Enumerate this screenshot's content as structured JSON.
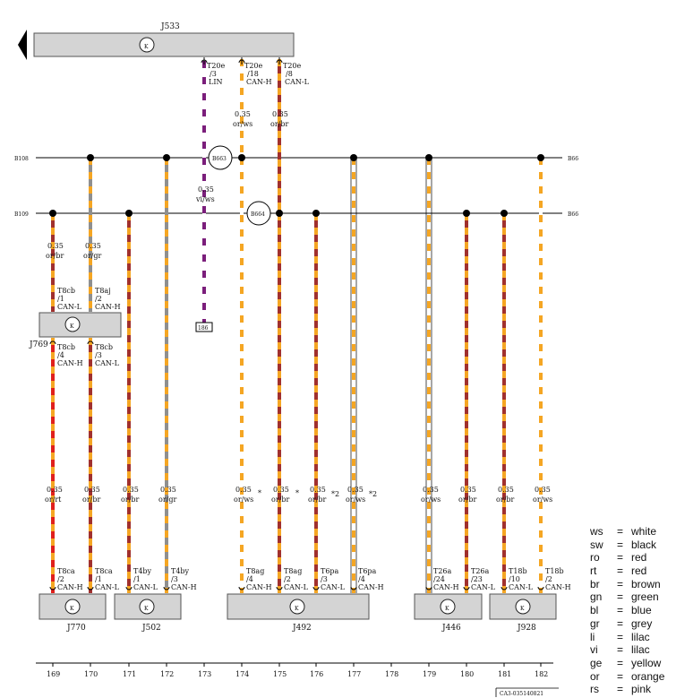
{
  "modules": {
    "J533": {
      "name": "J533"
    },
    "J769": {
      "name": "J769"
    },
    "J770": {
      "name": "J770"
    },
    "J502": {
      "name": "J502"
    },
    "J492": {
      "name": "J492"
    },
    "J446": {
      "name": "J446"
    },
    "J928": {
      "name": "J928"
    }
  },
  "buses": {
    "b108_left": "B108",
    "b109_left": "B109",
    "b66_top": "B66",
    "b66_bottom": "B66",
    "b663": "B663",
    "b664": "B664"
  },
  "gateway_pins": [
    {
      "conn": "T20e",
      "pin": "/3",
      "signal": "LIN"
    },
    {
      "conn": "T20e",
      "pin": "/18",
      "signal": "CAN-H"
    },
    {
      "conn": "T20e",
      "pin": "/8",
      "signal": "CAN-L"
    }
  ],
  "ref_box": "186",
  "wires": [
    {
      "size": "0.35",
      "color": "or/ws"
    },
    {
      "size": "0.35",
      "color": "or/br"
    },
    {
      "size": "0.35",
      "color": "vi/ws"
    },
    {
      "size": "0.35",
      "color": "or/br"
    },
    {
      "size": "0.35",
      "color": "or/gr"
    }
  ],
  "j769_pins": [
    {
      "conn": "T8cb",
      "pin": "/1",
      "signal": "CAN-L"
    },
    {
      "conn": "T8aj",
      "pin": "/2",
      "signal": "CAN-H"
    },
    {
      "conn": "T8cb",
      "pin": "/4",
      "signal": "CAN-H"
    },
    {
      "conn": "T8cb",
      "pin": "/3",
      "signal": "CAN-L"
    }
  ],
  "lower_wires": [
    {
      "size": "0.35",
      "color": "or/rt"
    },
    {
      "size": "0.35",
      "color": "or/br"
    },
    {
      "size": "0.35",
      "color": "or/br"
    },
    {
      "size": "0.35",
      "color": "or/gr"
    },
    {
      "size": "0.35",
      "color": "or/ws"
    },
    {
      "size": "0.35",
      "color": "or/br"
    },
    {
      "size": "0.35",
      "color": "or/br"
    },
    {
      "size": "0.35",
      "color": "or/ws"
    },
    {
      "size": "0.35",
      "color": "or/ws"
    },
    {
      "size": "0.35",
      "color": "or/br"
    },
    {
      "size": "0.35",
      "color": "or/br"
    },
    {
      "size": "0.35",
      "color": "or/ws"
    }
  ],
  "marks": {
    "star": "*",
    "star2": "*2"
  },
  "bottom_pins": [
    {
      "conn": "T8ca",
      "pin": "/2",
      "signal": "CAN-H"
    },
    {
      "conn": "T8ca",
      "pin": "/1",
      "signal": "CAN-L"
    },
    {
      "conn": "T4by",
      "pin": "/1",
      "signal": "CAN-L"
    },
    {
      "conn": "T4by",
      "pin": "/3",
      "signal": "CAN-H"
    },
    {
      "conn": "T8ag",
      "pin": "/4",
      "signal": "CAN-H"
    },
    {
      "conn": "T8ag",
      "pin": "/2",
      "signal": "CAN-L"
    },
    {
      "conn": "T6pa",
      "pin": "/3",
      "signal": "CAN-L"
    },
    {
      "conn": "T6pa",
      "pin": "/4",
      "signal": "CAN-H"
    },
    {
      "conn": "T26a",
      "pin": "/24",
      "signal": "CAN-H"
    },
    {
      "conn": "T26a",
      "pin": "/23",
      "signal": "CAN-L"
    },
    {
      "conn": "T18b",
      "pin": "/10",
      "signal": "CAN-L"
    },
    {
      "conn": "T18b",
      "pin": "/2",
      "signal": "CAN-H"
    }
  ],
  "columns": [
    "169",
    "170",
    "171",
    "172",
    "173",
    "174",
    "175",
    "176",
    "177",
    "178",
    "179",
    "180",
    "181",
    "182"
  ],
  "doc_code": "CA3-035140821",
  "legend": [
    {
      "code": "ws",
      "name": "white"
    },
    {
      "code": "sw",
      "name": "black"
    },
    {
      "code": "ro",
      "name": "red"
    },
    {
      "code": "rt",
      "name": "red"
    },
    {
      "code": "br",
      "name": "brown"
    },
    {
      "code": "gn",
      "name": "green"
    },
    {
      "code": "bl",
      "name": "blue"
    },
    {
      "code": "gr",
      "name": "grey"
    },
    {
      "code": "li",
      "name": "lilac"
    },
    {
      "code": "vi",
      "name": "lilac"
    },
    {
      "code": "ge",
      "name": "yellow"
    },
    {
      "code": "or",
      "name": "orange"
    },
    {
      "code": "rs",
      "name": "pink"
    }
  ],
  "legend_eq": "=",
  "colors": {
    "orange": "#f5a623",
    "brown": "#a0302e",
    "grey": "#8f8f8f",
    "red": "#e0201c",
    "violet": "#7b1e7b",
    "white": "#ffffff",
    "module_fill": "#d4d4d4"
  }
}
